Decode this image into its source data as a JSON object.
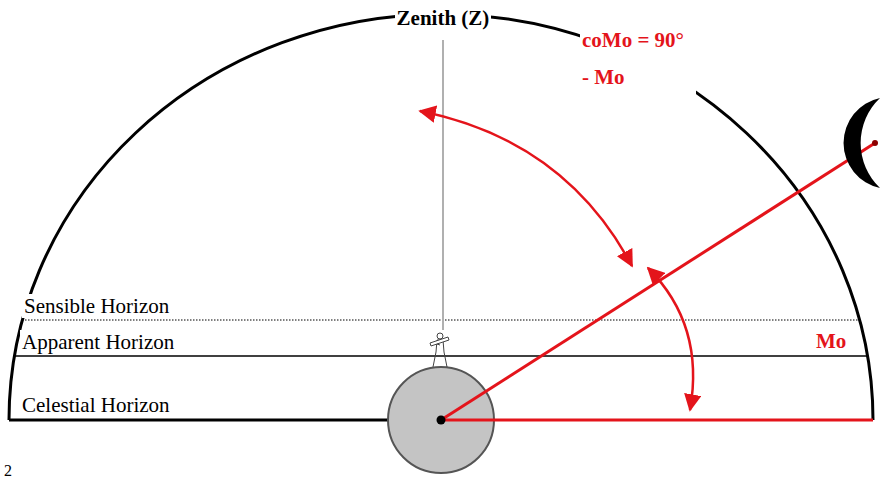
{
  "diagram": {
    "labels": [
      "Zenith (Z)",
      "coMo = 90° - Mo",
      "Sensible Horizon",
      "Apparent Horizon",
      "Celestial Horizon",
      "Mo",
      "2"
    ]
  }
}
